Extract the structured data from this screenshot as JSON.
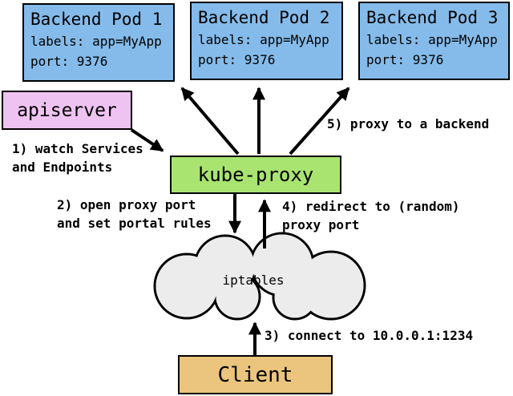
{
  "diagram": {
    "colors": {
      "pod_fill": "#85bbea",
      "proxy_fill": "#a9e471",
      "apiserver_fill": "#eec3f1",
      "client_fill": "#ebc57e",
      "cloud_fill": "#ececec",
      "stroke": "#000000"
    },
    "pods": [
      {
        "title": "Backend Pod 1",
        "labels": "labels: app=MyApp",
        "port": "port: 9376"
      },
      {
        "title": "Backend Pod 2",
        "labels": "labels: app=MyApp",
        "port": "port: 9376"
      },
      {
        "title": "Backend Pod 3",
        "labels": "labels: app=MyApp",
        "port": "port: 9376"
      }
    ],
    "nodes": {
      "apiserver": "apiserver",
      "kube_proxy": "kube-proxy",
      "client": "Client",
      "iptables": "iptables"
    },
    "steps": [
      [
        "1) watch Services",
        "and Endpoints"
      ],
      [
        "2) open proxy port",
        "and set portal rules"
      ],
      [
        "3) connect to 10.0.0.1:1234"
      ],
      [
        "4) redirect to (random)",
        "proxy port"
      ],
      [
        "5) proxy to a backend"
      ]
    ]
  }
}
